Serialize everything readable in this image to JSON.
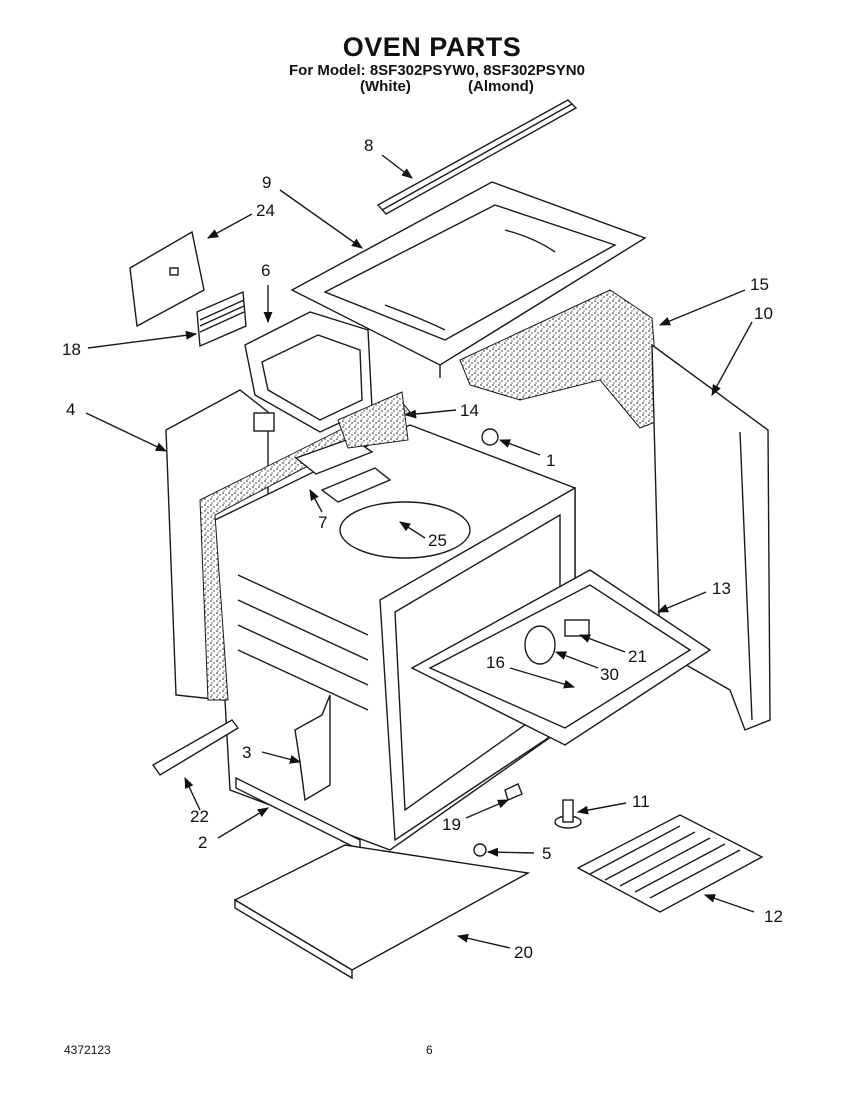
{
  "header": {
    "title": "OVEN PARTS",
    "model_line": "For Model: 8SF302PSYW0, 8SF302PSYN0",
    "variant_white": "(White)",
    "variant_almond": "(Almond)"
  },
  "footer": {
    "doc_number": "4372123",
    "page_number": "6"
  },
  "callouts": [
    {
      "id": "8",
      "label": "8"
    },
    {
      "id": "9",
      "label": "9"
    },
    {
      "id": "24",
      "label": "24"
    },
    {
      "id": "6",
      "label": "6"
    },
    {
      "id": "15",
      "label": "15"
    },
    {
      "id": "10",
      "label": "10"
    },
    {
      "id": "18",
      "label": "18"
    },
    {
      "id": "4",
      "label": "4"
    },
    {
      "id": "14",
      "label": "14"
    },
    {
      "id": "1",
      "label": "1"
    },
    {
      "id": "7",
      "label": "7"
    },
    {
      "id": "25",
      "label": "25"
    },
    {
      "id": "13",
      "label": "13"
    },
    {
      "id": "21",
      "label": "21"
    },
    {
      "id": "16",
      "label": "16"
    },
    {
      "id": "30",
      "label": "30"
    },
    {
      "id": "3",
      "label": "3"
    },
    {
      "id": "11",
      "label": "11"
    },
    {
      "id": "19",
      "label": "19"
    },
    {
      "id": "22",
      "label": "22"
    },
    {
      "id": "2",
      "label": "2"
    },
    {
      "id": "5",
      "label": "5"
    },
    {
      "id": "12",
      "label": "12"
    },
    {
      "id": "20",
      "label": "20"
    }
  ]
}
